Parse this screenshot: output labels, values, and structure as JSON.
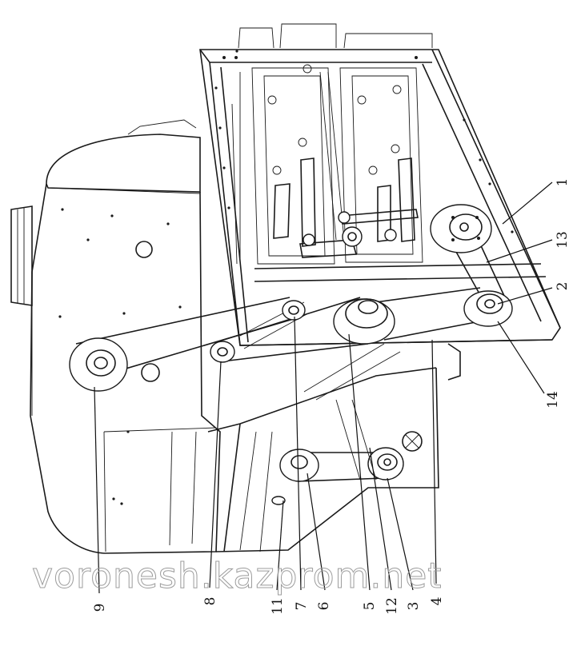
{
  "figure": {
    "watermark": "voronesh.kazprom.net",
    "callouts": [
      {
        "id": "1",
        "label": "1"
      },
      {
        "id": "13",
        "label": "13"
      },
      {
        "id": "2",
        "label": "2"
      },
      {
        "id": "14",
        "label": "14"
      },
      {
        "id": "4",
        "label": "4"
      },
      {
        "id": "3",
        "label": "3"
      },
      {
        "id": "12",
        "label": "12"
      },
      {
        "id": "5",
        "label": "5"
      },
      {
        "id": "6",
        "label": "6"
      },
      {
        "id": "7",
        "label": "7"
      },
      {
        "id": "11",
        "label": "11"
      },
      {
        "id": "8",
        "label": "8"
      },
      {
        "id": "9",
        "label": "9"
      }
    ]
  }
}
